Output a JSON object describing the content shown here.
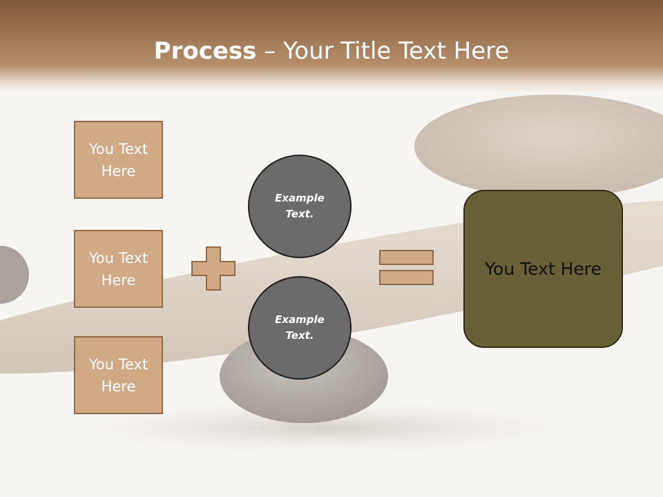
{
  "title": {
    "bold": "Process",
    "dash": " – ",
    "rest": "Your Title Text Here"
  },
  "left_boxes": [
    {
      "text": "You Text Here"
    },
    {
      "text": "You Text Here"
    },
    {
      "text": "You Text Here"
    }
  ],
  "circles": [
    {
      "text": "Example Text."
    },
    {
      "text": "Example Text."
    }
  ],
  "result": {
    "text": "You Text Here"
  },
  "colors": {
    "title_band": "#9c7350",
    "box_fill": "#d2a985",
    "box_border": "#8f6a49",
    "circle_fill": "#6b6b6b",
    "result_fill": "#676135",
    "background": "#f7f5f2"
  },
  "icons": {
    "plus": "plus-sign",
    "equals": "equals-sign"
  }
}
